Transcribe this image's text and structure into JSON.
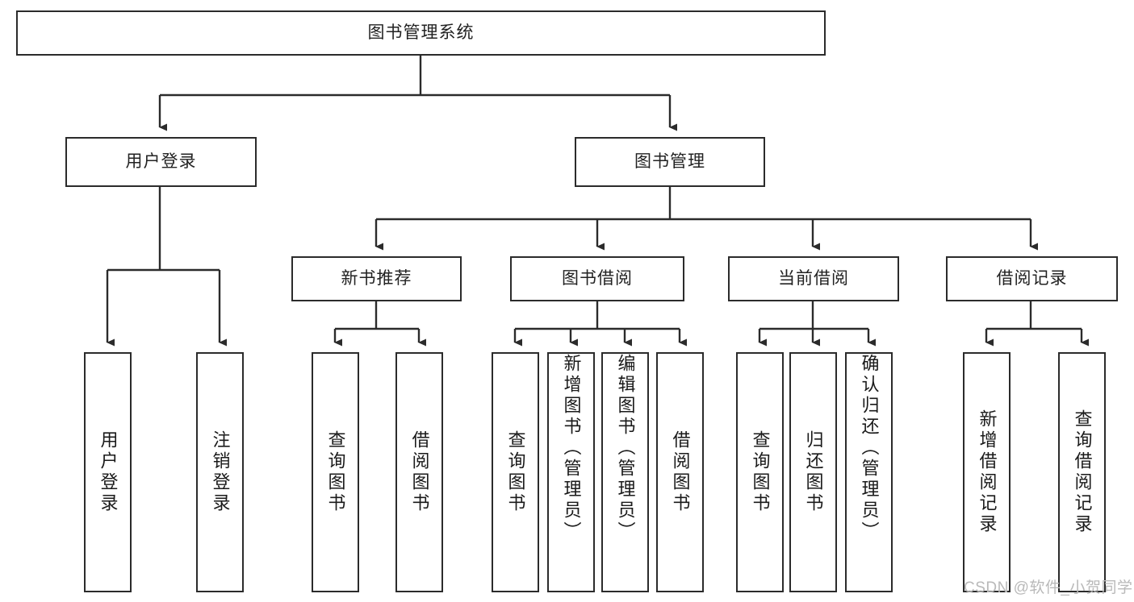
{
  "diagram": {
    "type": "tree-hierarchy",
    "title": "图书管理系统",
    "watermark": "CSDN @软件_小贺同学",
    "colors": {
      "stroke": "#2b2b2b",
      "background": "#ffffff",
      "text": "#1a1a1a",
      "watermark": "#b9b9b9"
    },
    "nodes": {
      "root": {
        "label": "图书管理系统"
      },
      "level2": [
        {
          "id": "user-login",
          "label": "用户登录"
        },
        {
          "id": "book-manage",
          "label": "图书管理"
        }
      ],
      "level3": [
        {
          "id": "new-book-recommend",
          "label": "新书推荐"
        },
        {
          "id": "book-borrow",
          "label": "图书借阅"
        },
        {
          "id": "current-borrow",
          "label": "当前借阅"
        },
        {
          "id": "borrow-record",
          "label": "借阅记录"
        }
      ],
      "leaves": {
        "user_login": [
          {
            "id": "leaf-user-login",
            "label": "用户登录"
          },
          {
            "id": "leaf-logout-login",
            "label": "注销登录"
          }
        ],
        "new_book_recommend": [
          {
            "id": "leaf-query-book-1",
            "label": "查询图书"
          },
          {
            "id": "leaf-borrow-book-1",
            "label": "借阅图书"
          }
        ],
        "book_borrow": [
          {
            "id": "leaf-query-book-2",
            "label": "查询图书"
          },
          {
            "id": "leaf-add-book",
            "label": "新增图书（管理员）"
          },
          {
            "id": "leaf-edit-book",
            "label": "编辑图书（管理员）"
          },
          {
            "id": "leaf-borrow-book-2",
            "label": "借阅图书"
          }
        ],
        "current_borrow": [
          {
            "id": "leaf-query-book-3",
            "label": "查询图书"
          },
          {
            "id": "leaf-return-book",
            "label": "归还图书"
          },
          {
            "id": "leaf-confirm-return",
            "label": "确认归还（管理员）"
          }
        ],
        "borrow_record": [
          {
            "id": "leaf-add-record",
            "label": "新增借阅记录"
          },
          {
            "id": "leaf-query-record",
            "label": "查询借阅记录"
          }
        ]
      }
    }
  }
}
